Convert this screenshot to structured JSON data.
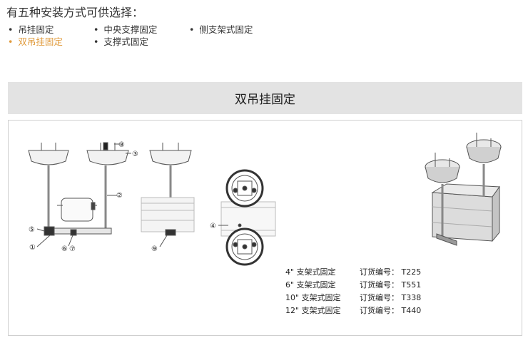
{
  "heading": "有五种安装方式可供选择：",
  "options": [
    {
      "label": "吊挂固定",
      "active": false
    },
    {
      "label": "中央支撑固定",
      "active": false
    },
    {
      "label": "侧支架式固定",
      "active": false
    },
    {
      "label": "双吊挂固定",
      "active": true
    },
    {
      "label": "支撑式固定",
      "active": false
    }
  ],
  "section_title": "双吊挂固定",
  "callouts": [
    "①",
    "②",
    "③",
    "④",
    "⑤",
    "⑥",
    "⑦",
    "⑧",
    "⑨"
  ],
  "specs": [
    {
      "size": "4\" 支架式固定",
      "order": "订货编号： T225"
    },
    {
      "size": "6\" 支架式固定",
      "order": "订货编号： T551"
    },
    {
      "size": "10\" 支架式固定",
      "order": "订货编号： T338"
    },
    {
      "size": "12\" 支架式固定",
      "order": "订货编号： T440"
    }
  ],
  "colors": {
    "active": "#e09a3b",
    "banner_bg": "#e3e3e3"
  }
}
